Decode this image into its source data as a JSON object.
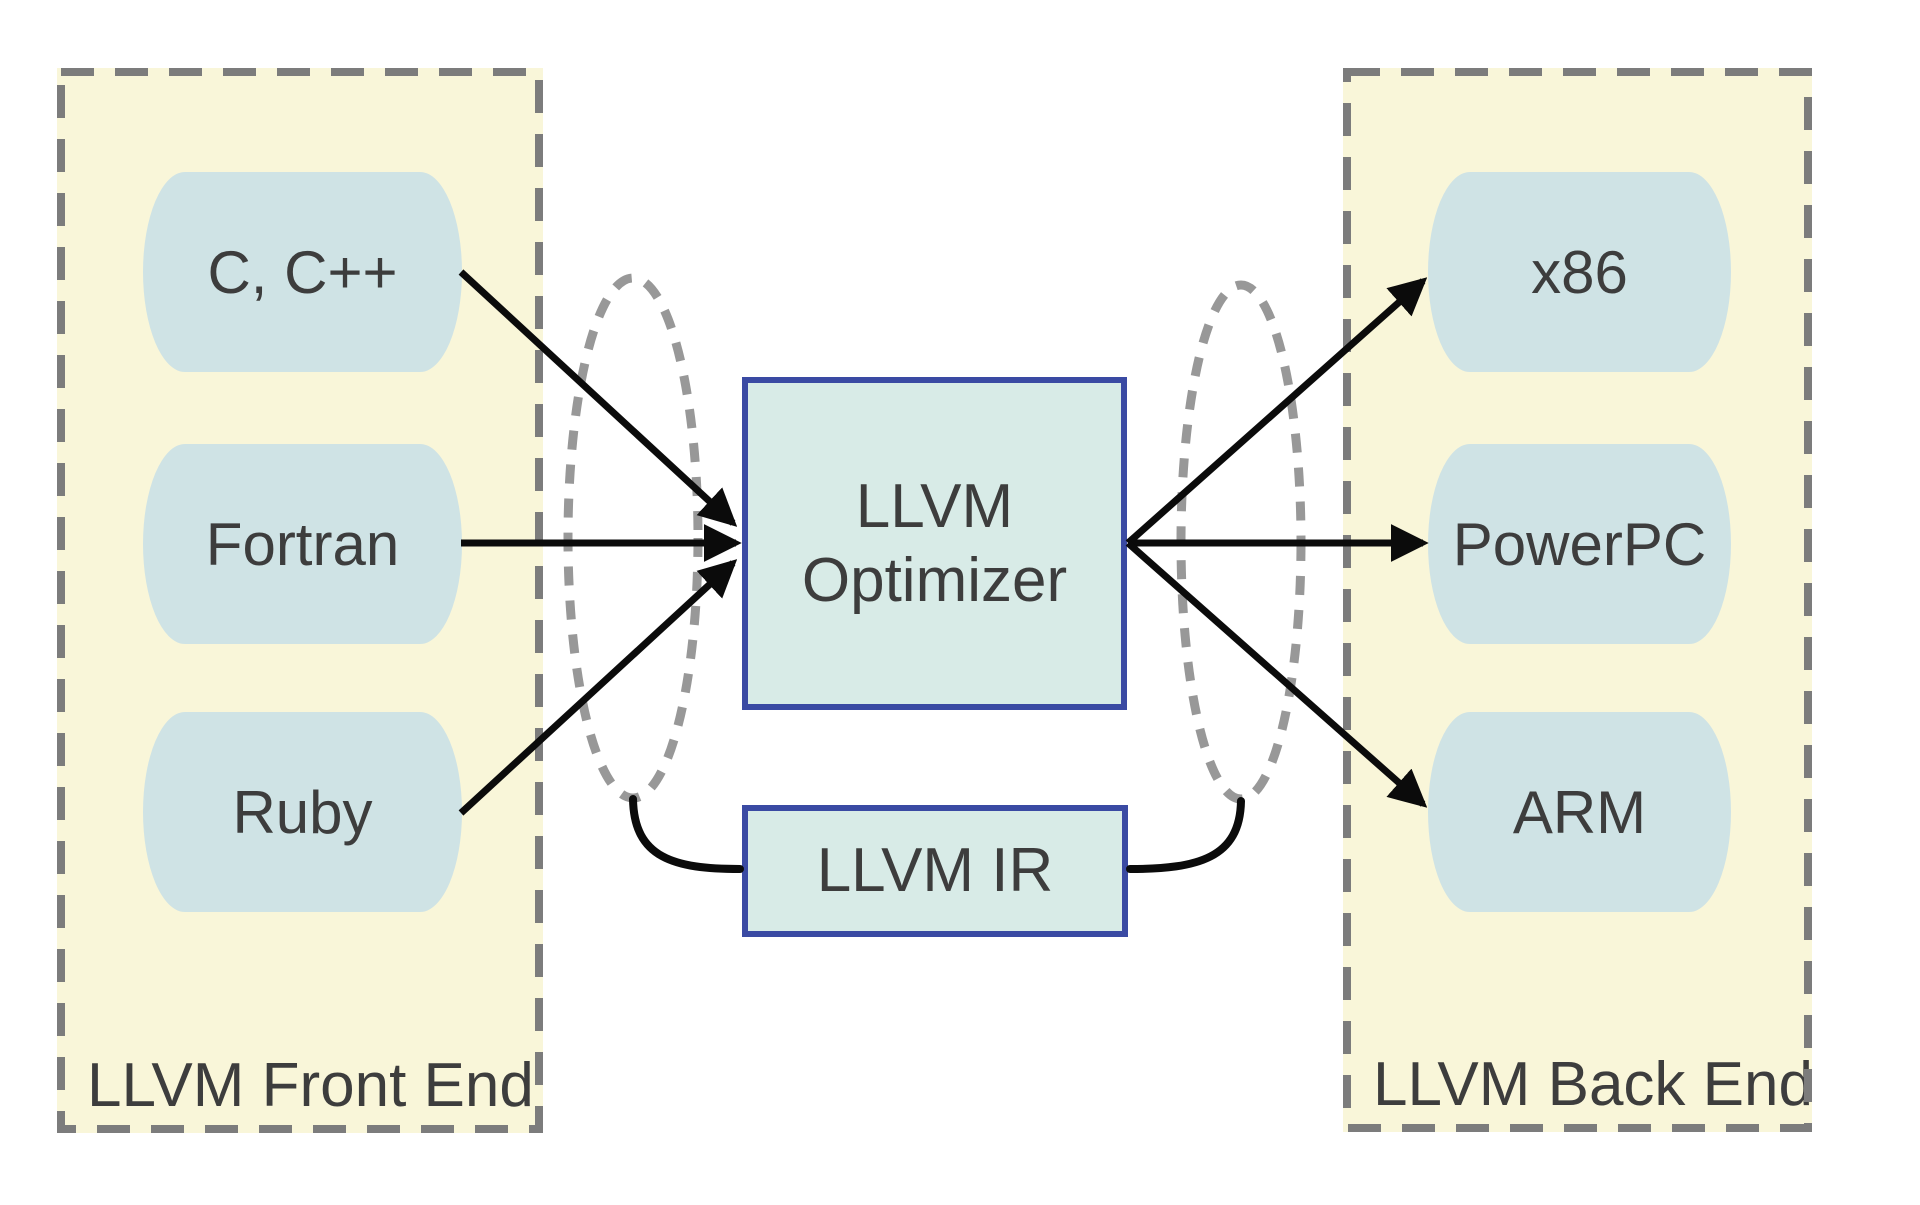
{
  "diagram": {
    "frontend": {
      "label": "LLVM Front End",
      "items": [
        {
          "label": "C, C++"
        },
        {
          "label": "Fortran"
        },
        {
          "label": "Ruby"
        }
      ]
    },
    "center": {
      "optimizer_label": "LLVM\nOptimizer",
      "ir_label": "LLVM IR"
    },
    "backend": {
      "label": "LLVM Back End",
      "items": [
        {
          "label": "x86"
        },
        {
          "label": "PowerPC"
        },
        {
          "label": "ARM"
        }
      ]
    }
  },
  "colors": {
    "panel_fill": "#f9f6d9",
    "panel_border": "#7c7c7c",
    "node_fill": "#cfe3e5",
    "center_fill": "#d8ebe7",
    "center_border": "#3a4aa3",
    "arrow": "#0b0b0b",
    "ellipse_stroke": "#989898",
    "text": "#3d3d3d",
    "background": "#ffffff"
  }
}
